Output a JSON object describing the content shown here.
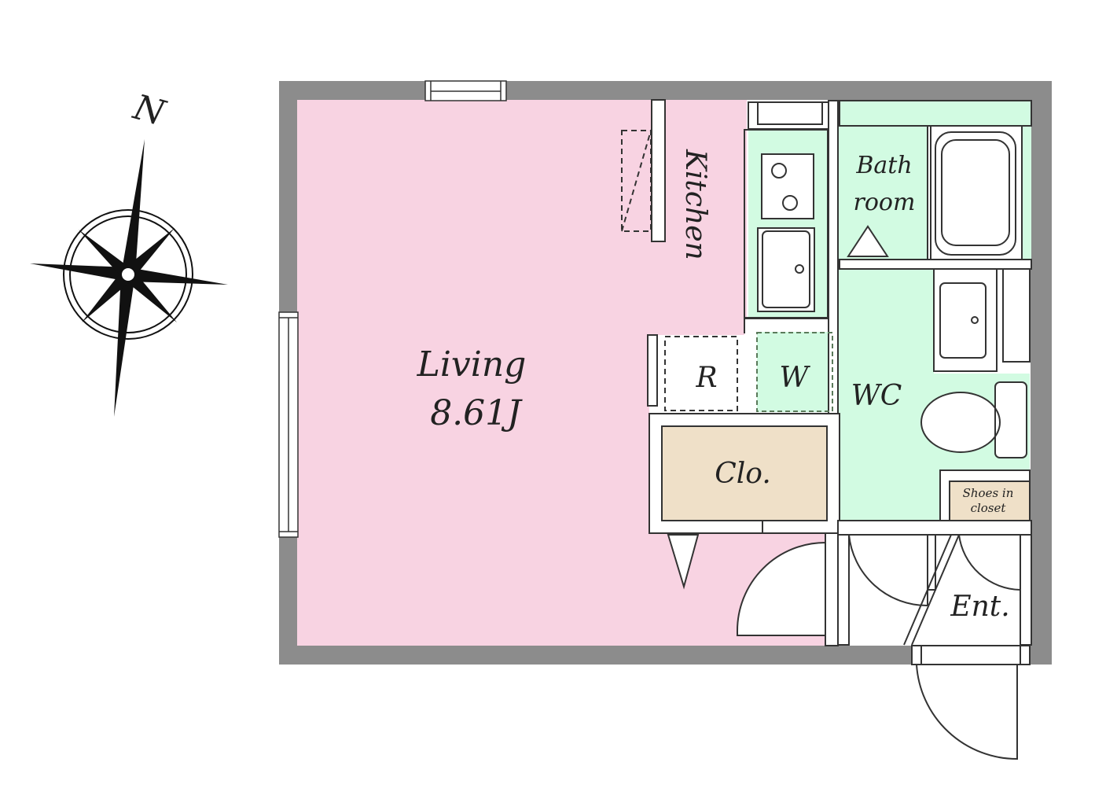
{
  "compass": {
    "north_label": "N"
  },
  "rooms": {
    "living": {
      "label": "Living",
      "size": "8.61J"
    },
    "kitchen": {
      "label": "Kitchen"
    },
    "bathroom": {
      "line1": "Bath",
      "line2": "room"
    },
    "wc": {
      "label": "WC"
    },
    "refrigerator": {
      "label": "R"
    },
    "washer": {
      "label": "W"
    },
    "closet": {
      "label": "Clo."
    },
    "shoes": {
      "line1": "Shoes in",
      "line2": "closet"
    },
    "entrance": {
      "label": "Ent."
    }
  },
  "colors": {
    "wall": "#8c8c8c",
    "living": "#f8d3e2",
    "wet_area": "#d2fbe2",
    "closet": "#efe0c8"
  }
}
